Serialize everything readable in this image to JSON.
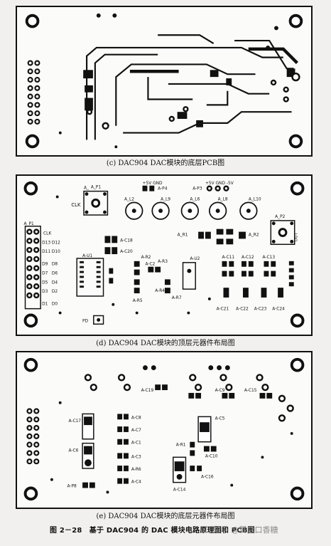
{
  "panels": {
    "c": {
      "caption": "(c) DAC904 DAC模块的底层PCB图"
    },
    "d": {
      "caption": "(d) DAC904 DAC模块的顶层元器件布局图",
      "labels": {
        "p1": "A_P1",
        "clk": "CLK",
        "plus5v_gnd_left": "+5V GND",
        "p4": "A-P4",
        "plus5v_gnd_m5v": "+5V GND -5V",
        "p3": "A-P3",
        "p2": "A_P2",
        "out": "OUT",
        "l2": "A_L2",
        "l9": "A_L9",
        "l6": "A_L6",
        "l8": "A_L8",
        "l10": "A_L10",
        "r1": "A_R1",
        "r2": "A_R2",
        "c18": "A-C18",
        "c20": "A-C20",
        "u1": "A-U1",
        "r_2": "A-R2",
        "c2": "A-C2",
        "r3": "A-R3",
        "u2": "A-U2",
        "r4": "A-R4",
        "r5": "A-R5",
        "r7": "A-R7",
        "c11": "A-C11",
        "c12": "A-C12",
        "c13": "A-C13",
        "pd": "PD",
        "c21": "A-C21",
        "c22": "A-C22",
        "c23": "A-C23",
        "c24": "A-C24",
        "cutoff": "A_",
        "pin_clk": "CLK",
        "pin_d13": "D13",
        "pin_d12": "D12",
        "pin_d11": "D11",
        "pin_d10": "D10",
        "pin_d9": "D9",
        "pin_d8": "D8",
        "pin_d7": "D7",
        "pin_d6": "D6",
        "pin_d5": "D5",
        "pin_d4": "D4",
        "pin_d3": "D3",
        "pin_d2": "D2",
        "pin_d1": "D1",
        "pin_d0": "D0"
      }
    },
    "e": {
      "caption": "(e) DAC904 DAC模块的底层元器件布局图",
      "labels": {
        "c19": "A-C19",
        "c9": "A-C9",
        "c15": "A-C15",
        "c17": "A-C17",
        "c8": "A-C8",
        "c7": "A-C7",
        "c1": "A-C1",
        "c6": "A-C6",
        "c3": "A-C3",
        "r6": "A-R6",
        "c4": "A-C4",
        "p8": "A-P8",
        "c5": "A-C5",
        "r1": "A-R1",
        "c10": "A-C10",
        "c16": "A-C16",
        "c14": "A-C14"
      }
    }
  },
  "figure": {
    "caption": "图 2－28　基于 DAC904 的 DAC 模块电路原理图和 PCB图",
    "watermark": "知乎 @翼之口香糖"
  }
}
